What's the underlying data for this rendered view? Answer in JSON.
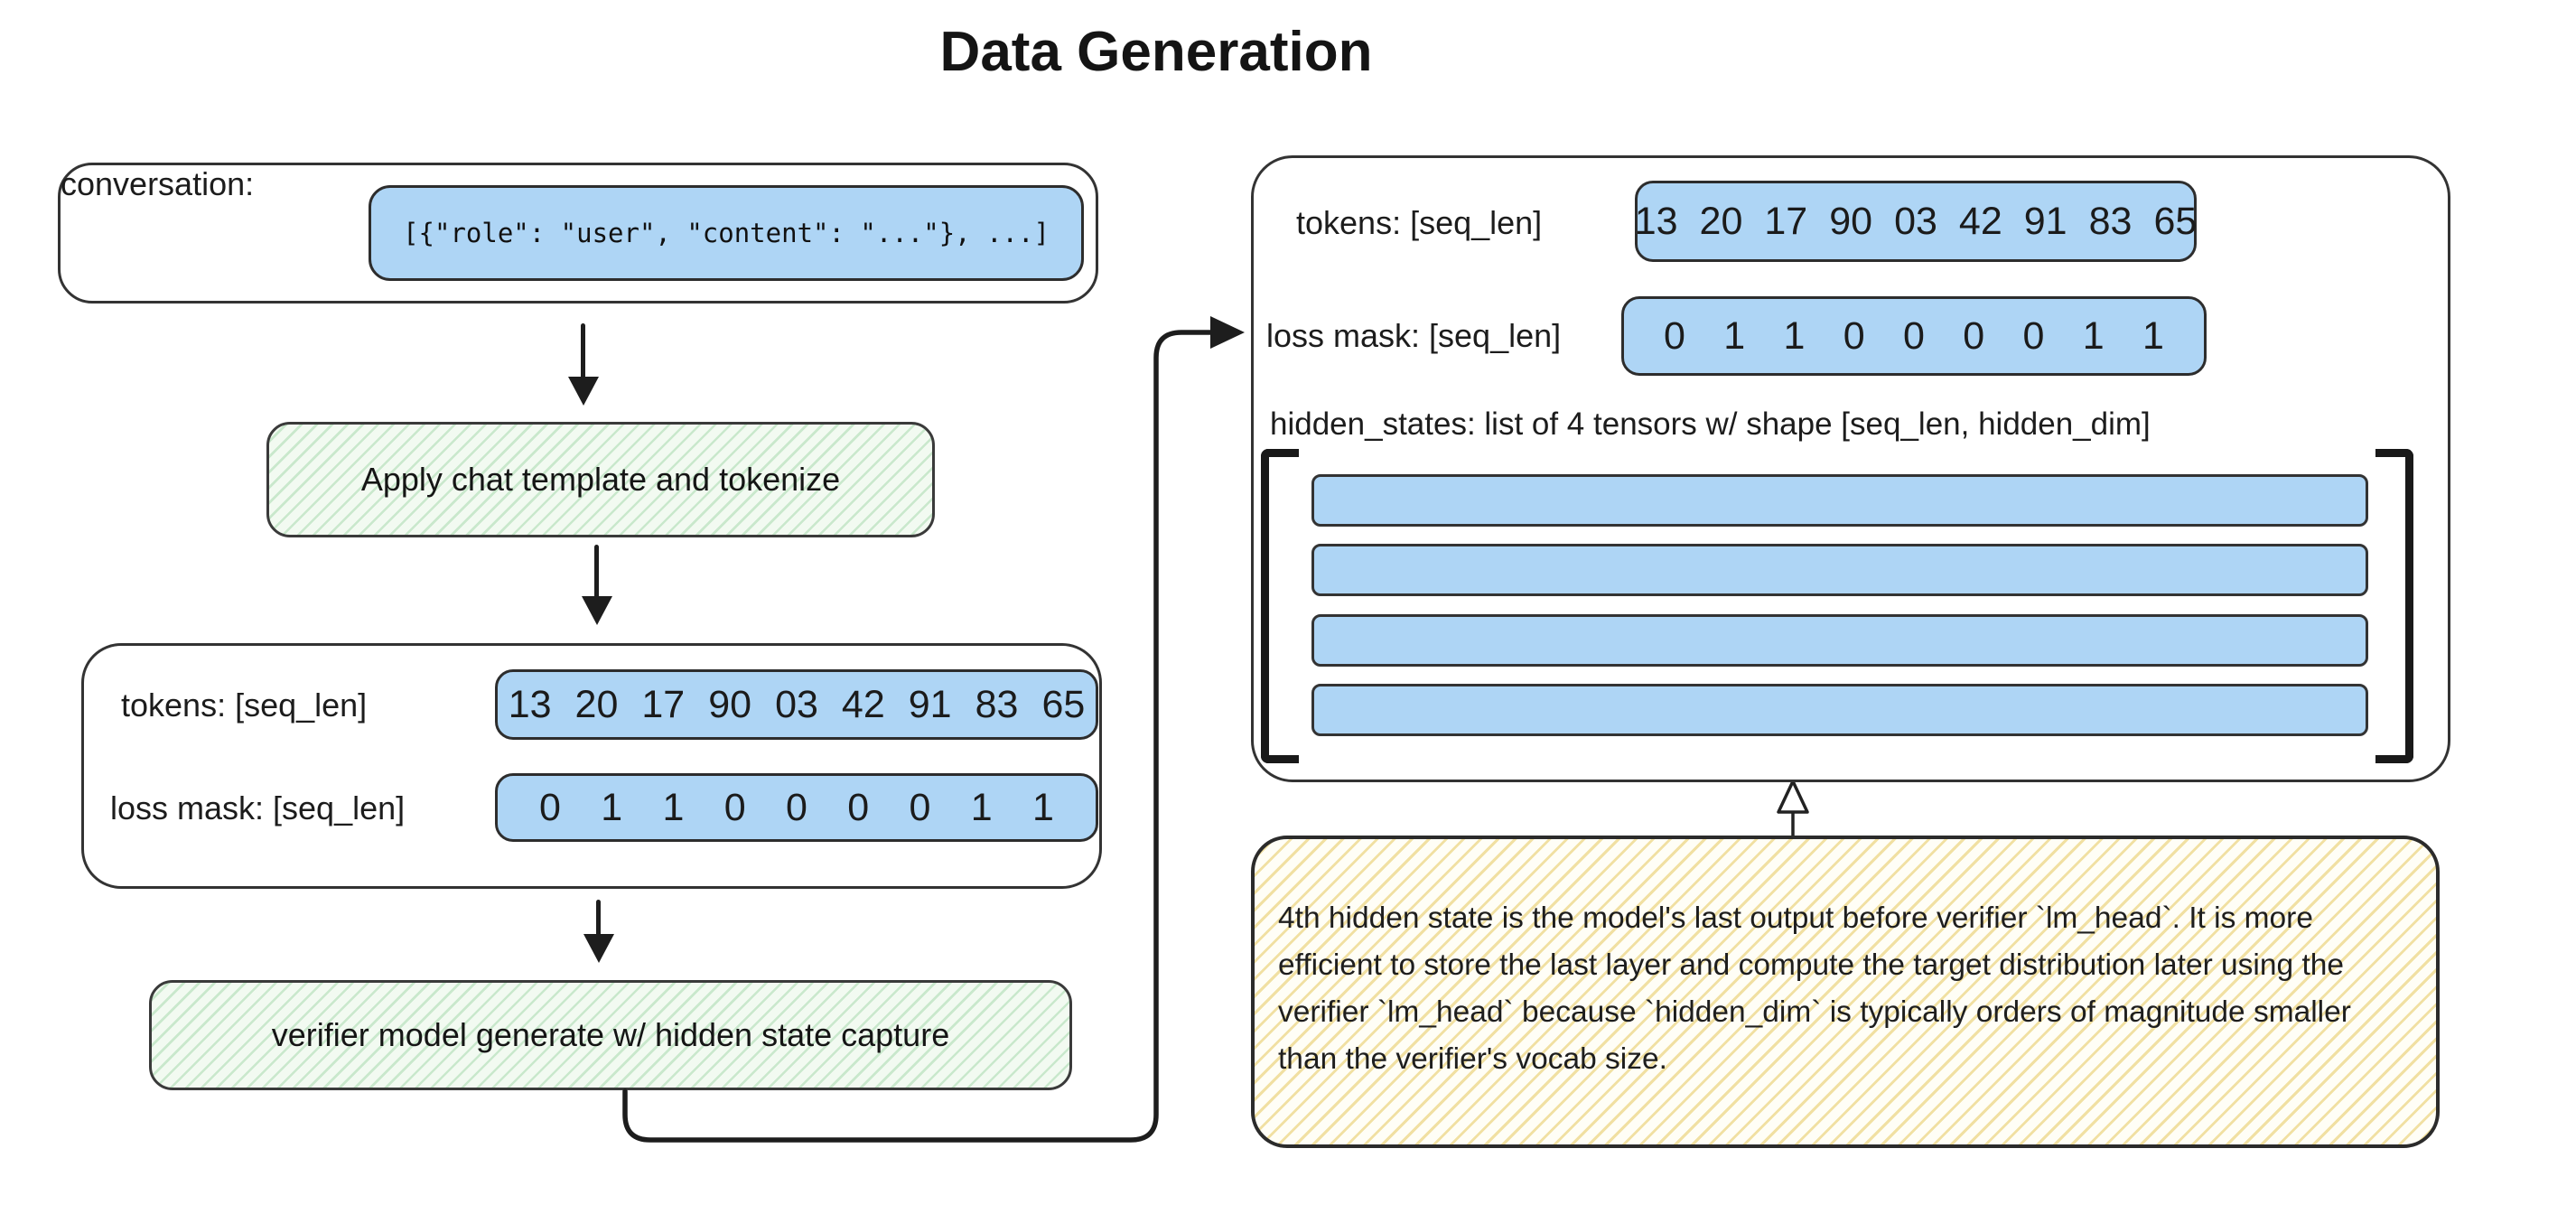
{
  "title": "Data Generation",
  "colors": {
    "blue_fill": "#aed5f5",
    "border_dark": "#2a2a2a",
    "green_bg": "#f2faf1",
    "green_stripe": "#c9e8cc",
    "yellow_bg": "#fffef6",
    "yellow_stripe": "#f1e0a2",
    "text": "#1c1c1c"
  },
  "conversation_box": {
    "label": "conversation:",
    "code": "[{\"role\": \"user\", \"content\": \"...\"}, ...]"
  },
  "steps": {
    "step1": "Apply chat template and tokenize",
    "step2": "verifier model generate w/ hidden state capture"
  },
  "left_tensor_box": {
    "tokens_label": "tokens: [seq_len]",
    "tokens": [
      "13",
      "20",
      "17",
      "90",
      "03",
      "42",
      "91",
      "83",
      "65"
    ],
    "loss_mask_label": "loss mask: [seq_len]",
    "loss_mask": [
      "0",
      "1",
      "1",
      "0",
      "0",
      "0",
      "0",
      "1",
      "1"
    ]
  },
  "right_panel": {
    "tokens_label": "tokens: [seq_len]",
    "tokens": [
      "13",
      "20",
      "17",
      "90",
      "03",
      "42",
      "91",
      "83",
      "65"
    ],
    "loss_mask_label": "loss mask: [seq_len]",
    "loss_mask": [
      "0",
      "1",
      "1",
      "0",
      "0",
      "0",
      "0",
      "1",
      "1"
    ],
    "hidden_states_label": "hidden_states: list of 4 tensors w/ shape [seq_len, hidden_dim]",
    "tensor_count": 4
  },
  "note": {
    "text": "4th hidden state is the model's last output before verifier `lm_head`. It is more efficient to store the last layer and compute the target distribution later using the verifier `lm_head` because `hidden_dim` is typically orders of magnitude smaller than the verifier's vocab size."
  }
}
